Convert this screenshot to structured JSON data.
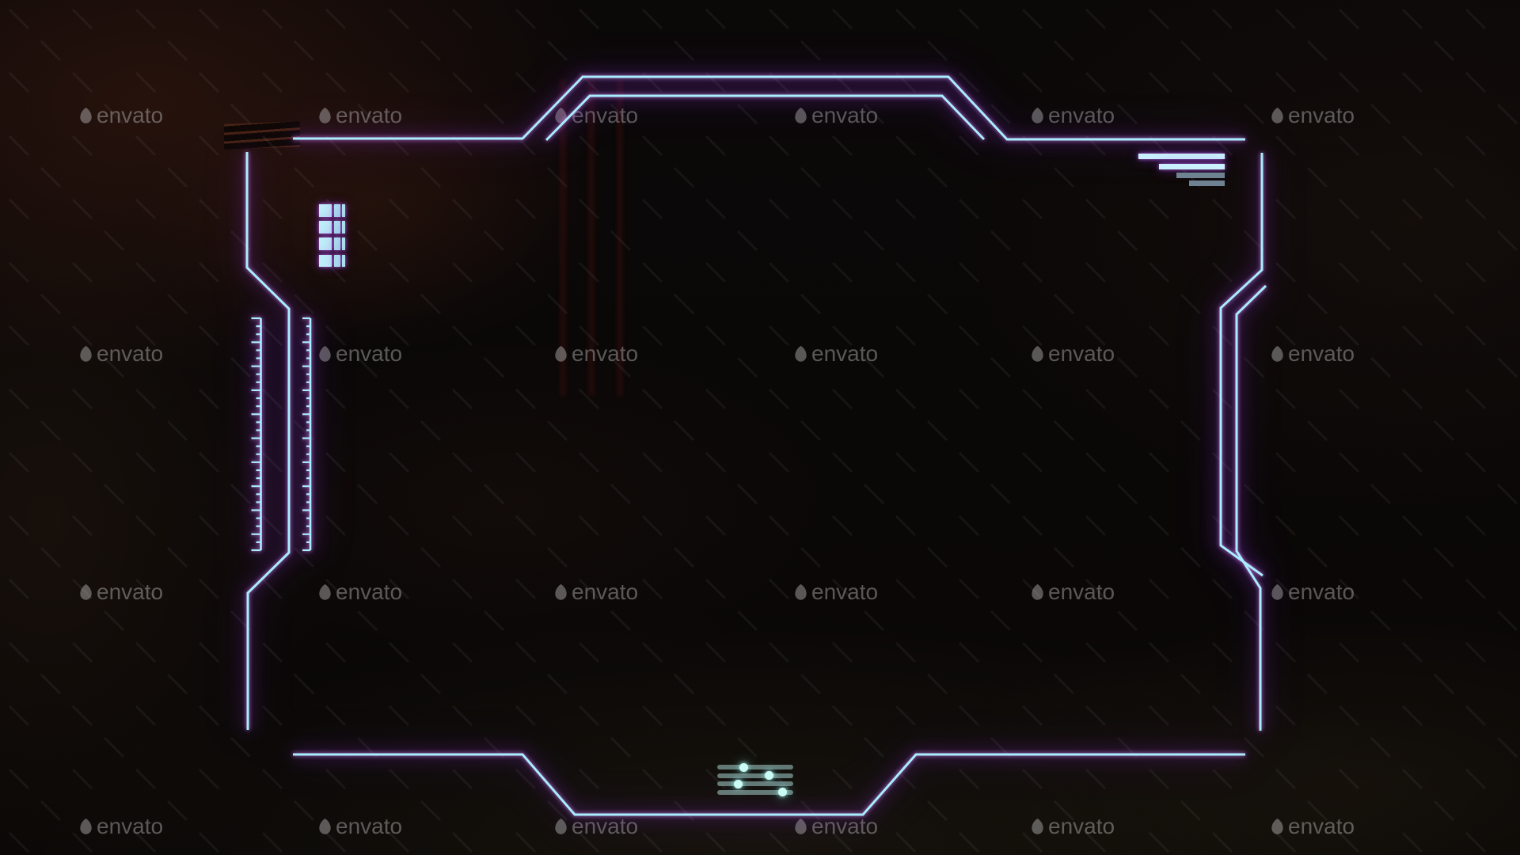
{
  "app": {
    "description": "Sci-fi HUD frame overlay on a dark game scene",
    "visible_text": [
      "envato"
    ]
  },
  "watermark": {
    "text": "envato",
    "icon": "envato-leaf-icon",
    "color": "#cfcfcf",
    "opacity": 0.4,
    "grid": {
      "columns": 6,
      "rows": 4
    }
  },
  "theme": {
    "line_color": "#a8edfc",
    "glow_color": "#b44cff",
    "knob_glow_color": "#9ef2ec",
    "cell_color": "#bfeef8",
    "cell_secondary_color": "#a9dfee",
    "bar_bright_color": "#c9f1fd",
    "bar_dim_color": "#6e8292",
    "track_color": "rgba(150,186,183,0.62)",
    "knob_color": "#ccfbf4",
    "background_color": "#080606"
  },
  "widgets": {
    "block_grid": {
      "icon": "data-grid-icon",
      "rows": 4,
      "columns": 3
    },
    "signal_bars": {
      "icon": "signal-bars-icon",
      "bars": [
        {
          "width": 109,
          "bright": true
        },
        {
          "width": 83,
          "bright": true
        },
        {
          "width": 61,
          "bright": false
        },
        {
          "width": 45,
          "bright": false
        }
      ]
    },
    "sliders": {
      "icon": "slider-lines-icon",
      "tracks": [
        {
          "knob_pos": 0.35
        },
        {
          "knob_pos": 0.68
        },
        {
          "knob_pos": 0.28
        },
        {
          "knob_pos": 0.86
        }
      ]
    },
    "rulers": {
      "icon": "ruler-ticks-icon",
      "count": 2,
      "ticks_each": 30
    }
  }
}
